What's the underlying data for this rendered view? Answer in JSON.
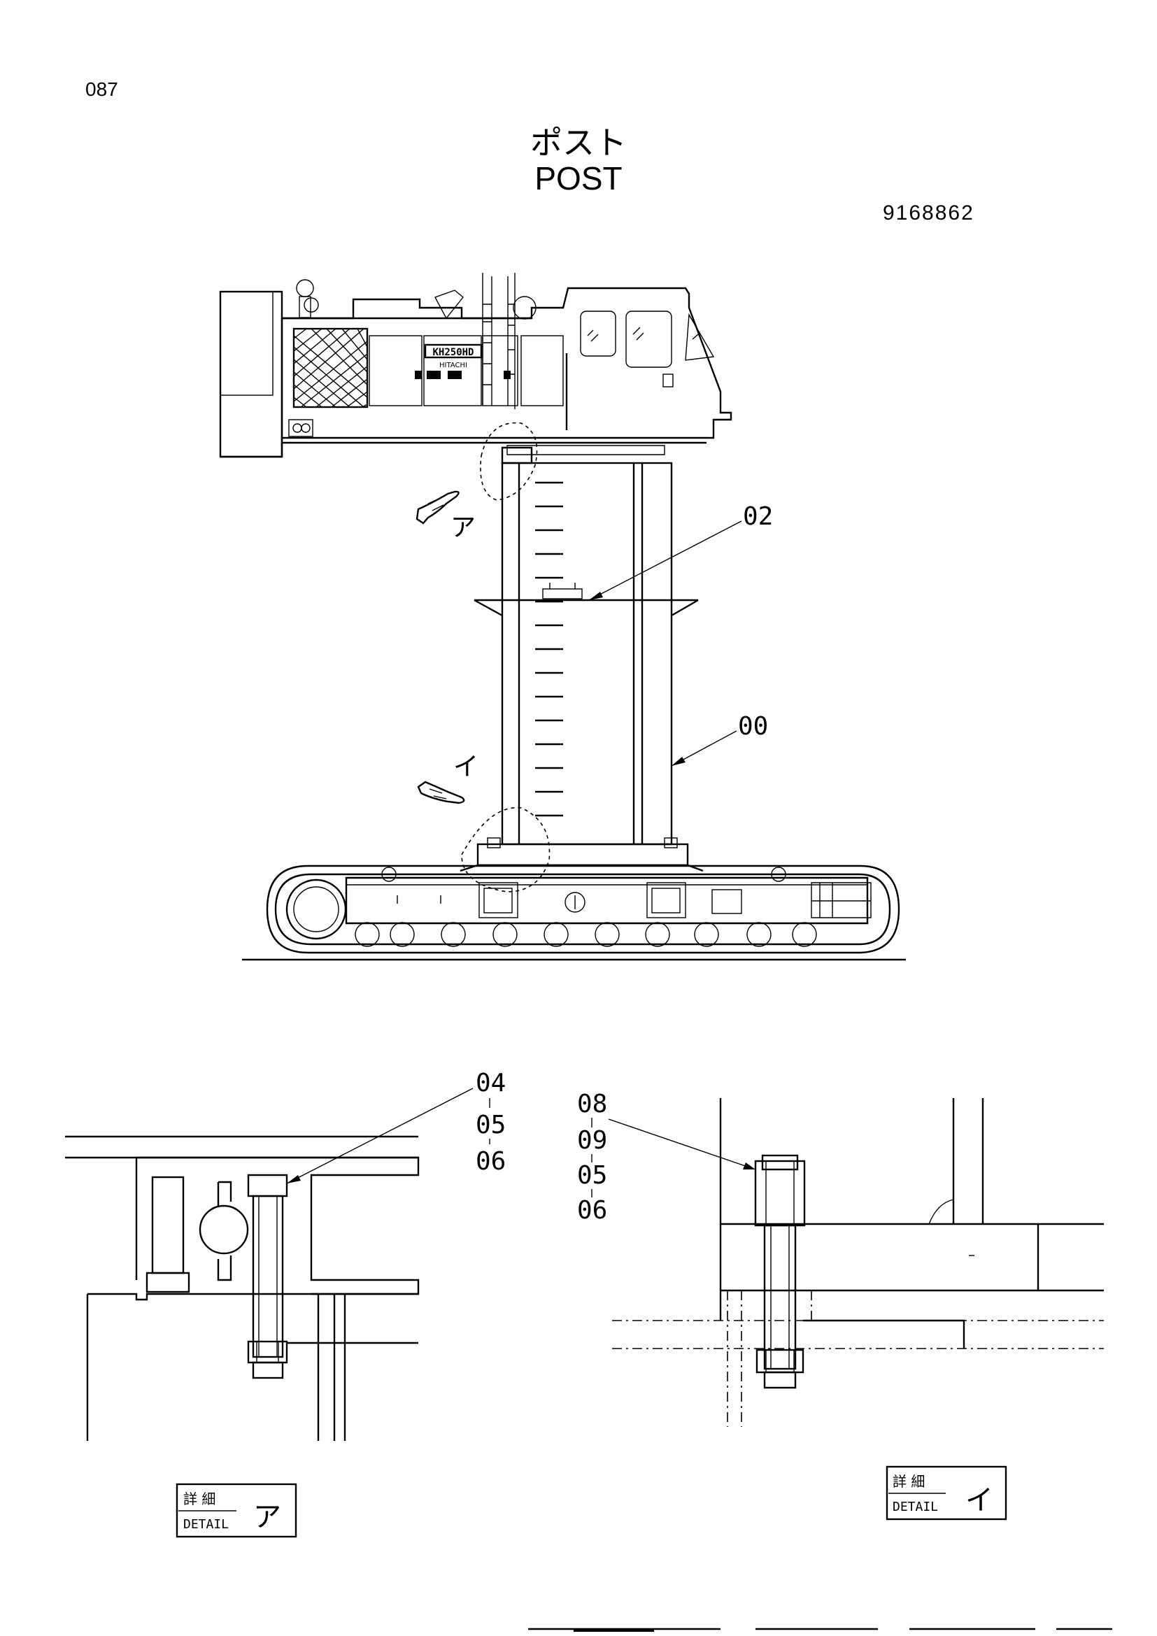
{
  "header": {
    "page_number": "087",
    "title_jp": "ポスト",
    "title_en": "POST",
    "part_number": "9168862"
  },
  "main_view": {
    "machine_badge": "KH250HD",
    "machine_brand": "HITACHI",
    "callouts": [
      "02",
      "00"
    ],
    "detail_markers": [
      "ア",
      "イ"
    ]
  },
  "detail_a": {
    "callout_lines": [
      "04",
      "05",
      "06"
    ],
    "box_jp": "詳 細",
    "box_en": "DETAIL",
    "box_mark": "ア"
  },
  "detail_i": {
    "callout_lines": [
      "08",
      "09",
      "05",
      "06"
    ],
    "box_jp": "詳 細",
    "box_en": "DETAIL",
    "box_mark": "イ"
  }
}
